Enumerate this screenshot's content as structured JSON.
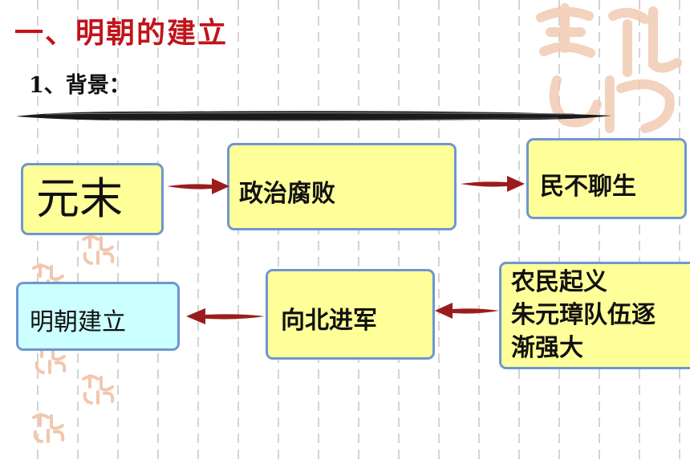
{
  "heading": {
    "title": "一、明朝的建立",
    "subtitle": "1、背景："
  },
  "nodes": {
    "yuanmo": "元末",
    "politics": "政治腐败",
    "people": "民不聊生",
    "uprising": [
      "农民起义",
      "朱元璋队伍逐",
      "渐强大"
    ],
    "north": "向北进军",
    "founding": "明朝建立"
  },
  "colors": {
    "title": "#c0141b",
    "box_fill": "#ffff99",
    "box_fill_final": "#ccffff",
    "box_border": "#6e96d2",
    "arrow": "#9b1c1c"
  },
  "icons": {
    "watermark": "auspicious-seal-icon"
  }
}
